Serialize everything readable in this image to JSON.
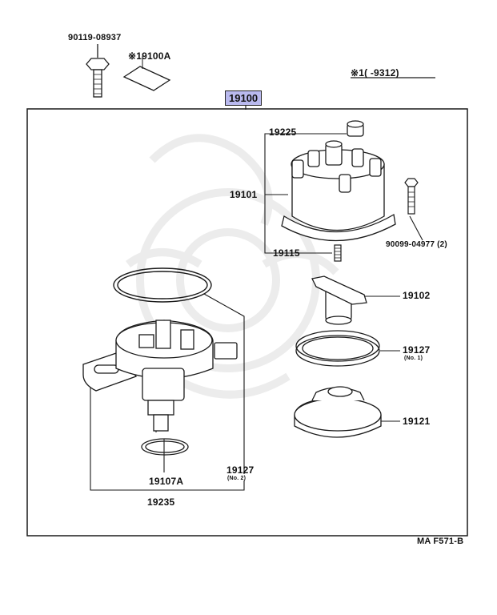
{
  "labels": {
    "p90119": "90119-08937",
    "p19100a": "※19100A",
    "note": "※1(      -9312)",
    "main": "19100",
    "p19225": "19225",
    "p19101": "19101",
    "p90099": "90099-04977 (2)",
    "p19115": "19115",
    "p19102": "19102",
    "p19127a": "19127",
    "p19127a_sub": "(No. 1)",
    "p19121": "19121",
    "p19127b": "19127",
    "p19127b_sub": "(No. 2)",
    "p19107a": "19107A",
    "p19235": "19235",
    "code": "MA F571-B"
  },
  "colors": {
    "line": "#1a1a1a",
    "highlight": "#b9b9ee",
    "watermark": "#ececec"
  }
}
